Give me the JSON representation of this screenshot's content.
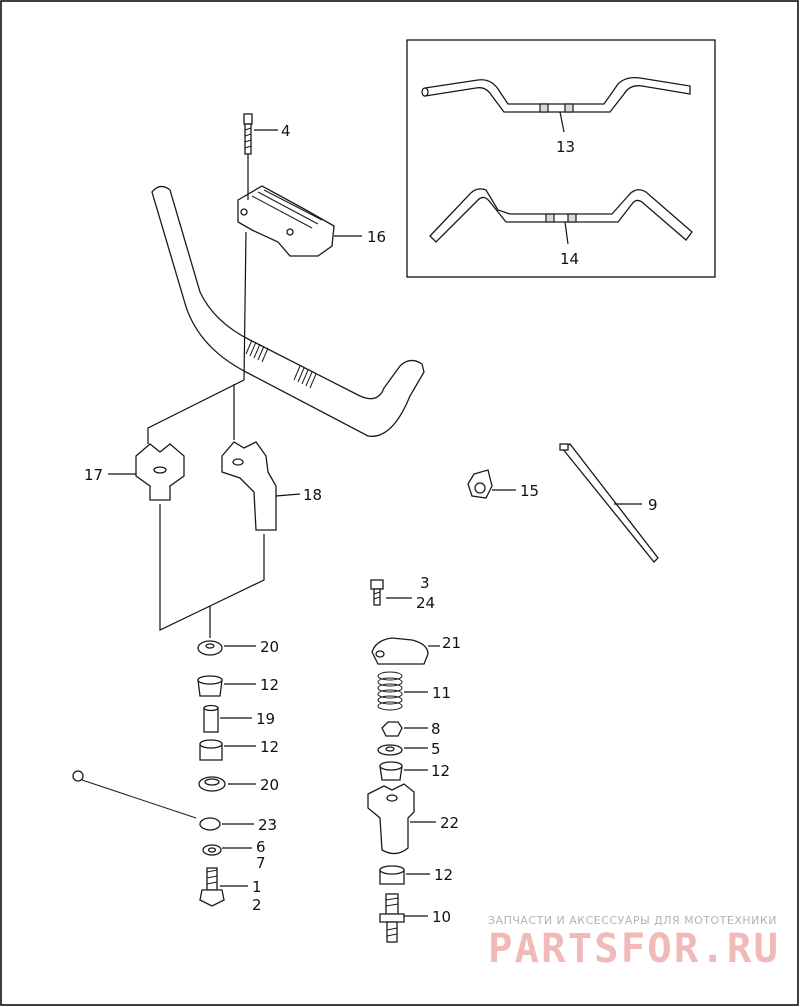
{
  "callouts": {
    "c1": "1",
    "c2": "2",
    "c3": "3",
    "c4": "4",
    "c5": "5",
    "c6": "6",
    "c7": "7",
    "c8": "8",
    "c9": "9",
    "c10": "10",
    "c11": "11",
    "c12a": "12",
    "c12b": "12",
    "c12c": "12",
    "c12d": "12",
    "c13": "13",
    "c14": "14",
    "c15": "15",
    "c16": "16",
    "c17": "17",
    "c18": "18",
    "c19": "19",
    "c20a": "20",
    "c20b": "20",
    "c21": "21",
    "c22": "22",
    "c23": "23",
    "c24": "24"
  },
  "watermark": {
    "caption": "ЗАПЧАСТИ И АКСЕССУАРЫ ДЛЯ МОТОТЕХНИКИ",
    "logo": "PARTSFOR.RU"
  },
  "colors": {
    "line": "#1a1a1a",
    "frame": "#000000",
    "watermark_logo": "#f2b9b9",
    "watermark_caption": "#b3b3b3"
  }
}
